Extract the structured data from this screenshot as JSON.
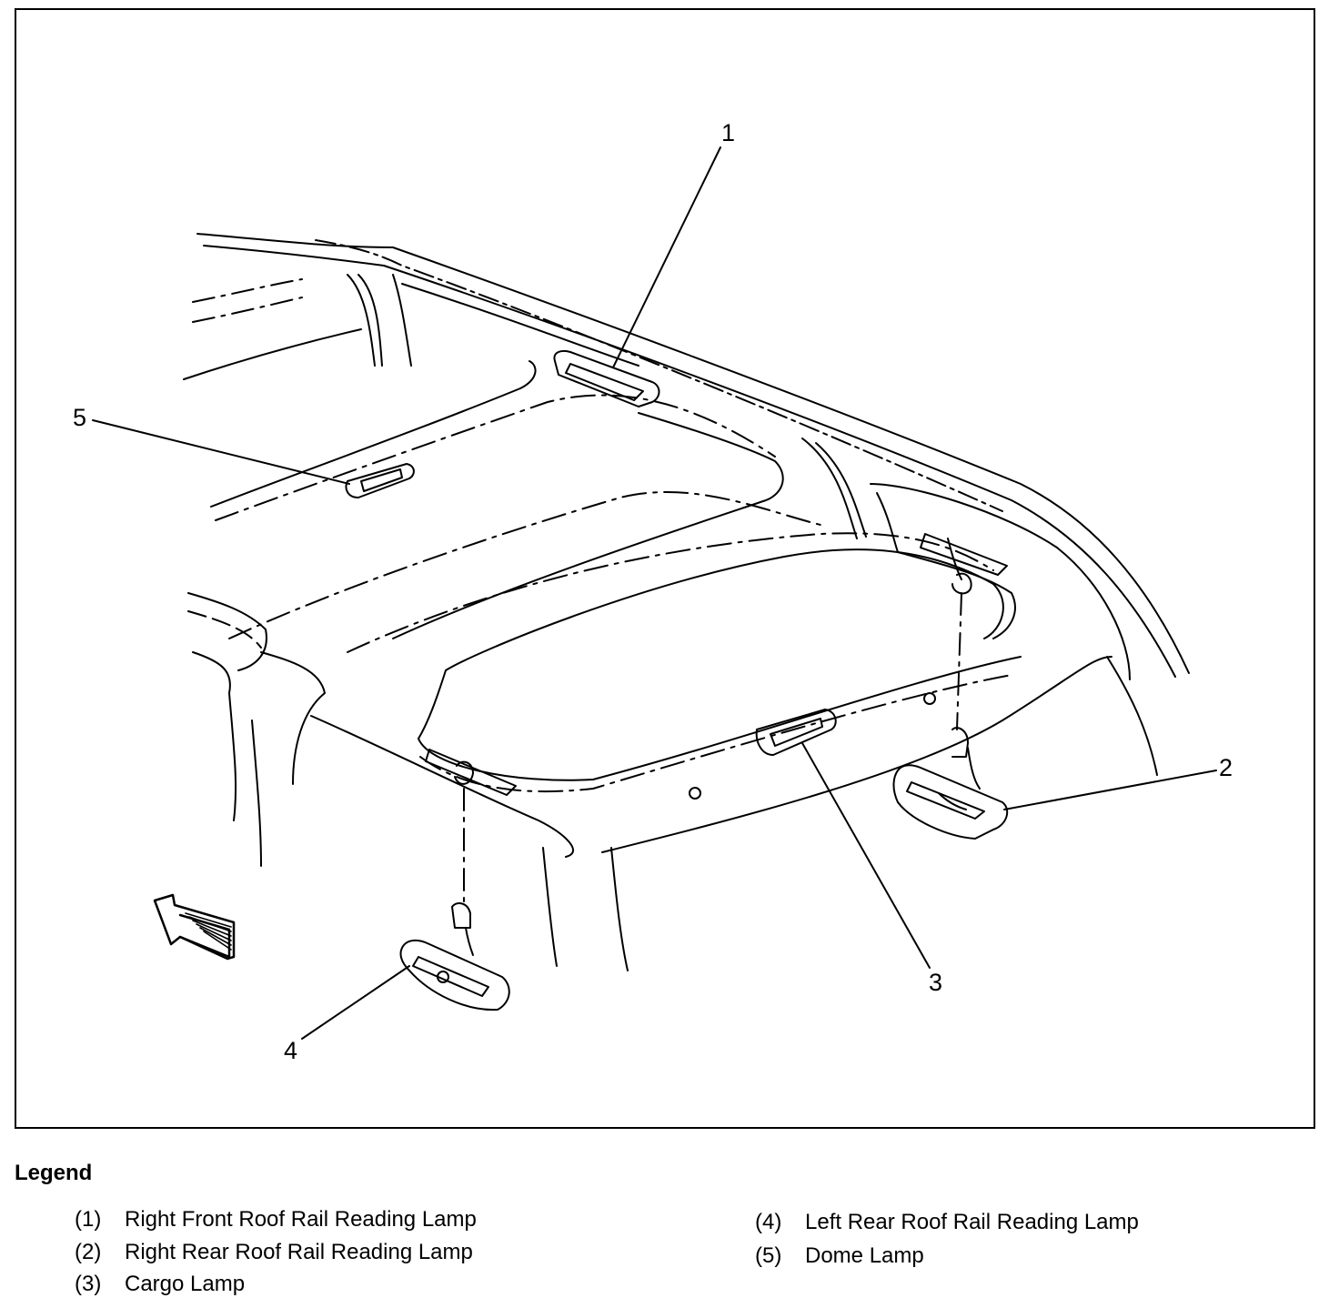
{
  "diagram": {
    "callouts": [
      {
        "id": "1",
        "label": "1"
      },
      {
        "id": "2",
        "label": "2"
      },
      {
        "id": "3",
        "label": "3"
      },
      {
        "id": "4",
        "label": "4"
      },
      {
        "id": "5",
        "label": "5"
      }
    ],
    "icons": [
      "direction-arrow-icon"
    ]
  },
  "legend": {
    "title": "Legend",
    "items": [
      {
        "num": "(1)",
        "text": "Right Front Roof Rail Reading Lamp"
      },
      {
        "num": "(2)",
        "text": "Right Rear Roof Rail Reading Lamp"
      },
      {
        "num": "(3)",
        "text": "Cargo Lamp"
      },
      {
        "num": "(4)",
        "text": "Left Rear Roof Rail Reading Lamp"
      },
      {
        "num": "(5)",
        "text": "Dome Lamp"
      }
    ]
  }
}
